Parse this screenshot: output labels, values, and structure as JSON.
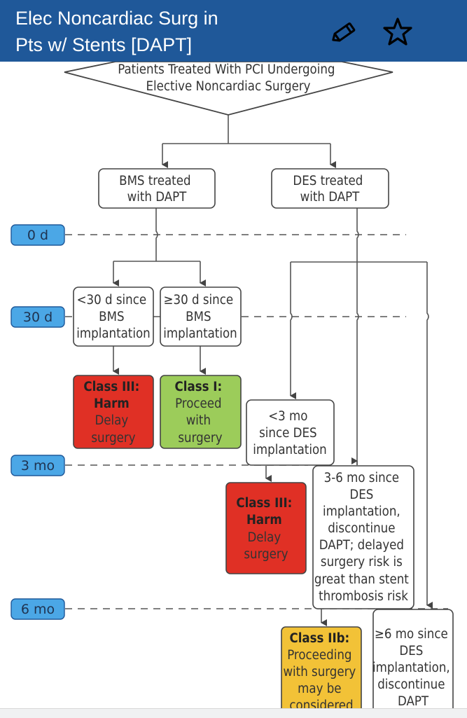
{
  "header": {
    "title_line1": "Elec Noncardiac Surg in",
    "title_line2": "Pts w/ Stents [DAPT]",
    "edit_icon": "pencil-icon",
    "favorite_icon": "star-icon"
  },
  "colors": {
    "header_bg": "#1f5899",
    "timeline_label_bg": "#4ba7e6",
    "class_harm": "#e03025",
    "class_proceed": "#9ccc5a",
    "class_consider": "#f2c237"
  },
  "timeline": [
    {
      "label": "0 d"
    },
    {
      "label": "30 d"
    },
    {
      "label": "3 mo"
    },
    {
      "label": "6 mo"
    }
  ],
  "flowchart": {
    "root": {
      "lines": [
        "Patients Treated With PCI Undergoing",
        "Elective Noncardiac Surgery"
      ]
    },
    "bms": {
      "lines": [
        "BMS treated",
        "with DAPT"
      ]
    },
    "des": {
      "lines": [
        "DES treated",
        "with DAPT"
      ]
    },
    "bms_lt30": {
      "lines": [
        "<30 d since",
        "BMS",
        "implantation"
      ]
    },
    "bms_ge30": {
      "lines": [
        "≥30 d since",
        "BMS",
        "implantation"
      ]
    },
    "bms_lt30_rec": {
      "bold": [
        "Class III:",
        "Harm"
      ],
      "lines": [
        "Delay",
        "surgery"
      ]
    },
    "bms_ge30_rec": {
      "bold": [
        "Class I:"
      ],
      "lines": [
        "Proceed",
        "with",
        "surgery"
      ]
    },
    "des_lt3": {
      "lines": [
        "<3 mo",
        "since DES",
        "implantation"
      ]
    },
    "des_lt3_rec": {
      "bold": [
        "Class III:",
        "Harm"
      ],
      "lines": [
        "Delay",
        "surgery"
      ]
    },
    "des_3to6": {
      "lines": [
        "3-6 mo since",
        "DES",
        "implantation,",
        "discontinue",
        "DAPT; delayed",
        "surgery risk is",
        "great than stent",
        "thrombosis risk"
      ]
    },
    "des_3to6_rec": {
      "bold": [
        "Class IIb:"
      ],
      "lines": [
        "Proceeding",
        "with surgery",
        "may be",
        "considered"
      ]
    },
    "des_ge6": {
      "lines": [
        "≥6 mo since",
        "DES",
        "implantation,",
        "discontinue",
        "DAPT"
      ]
    }
  }
}
